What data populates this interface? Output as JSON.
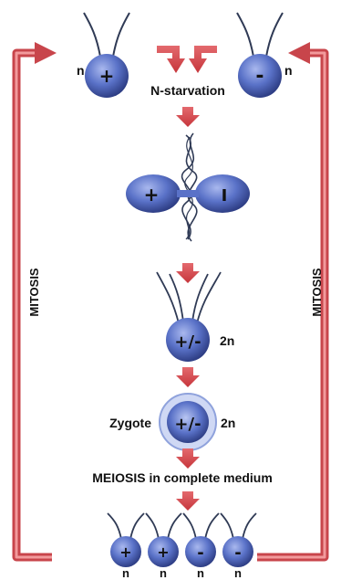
{
  "labels": {
    "n_starvation": "N-starvation",
    "zygote": "Zygote",
    "meiosis": "MEIOSIS in complete medium",
    "mitosis_left": "MITOSIS",
    "mitosis_right": "MITOSIS",
    "haploid": "n",
    "diploid": "2n"
  },
  "cells": {
    "plus": "+",
    "minus": "-",
    "mating_plus": "+",
    "mating_minus": "I",
    "dikaryon": "+/-",
    "zygote": "+/-"
  },
  "progeny": [
    "+",
    "+",
    "-",
    "-"
  ],
  "colors": {
    "cell_fill": "#5a72c8",
    "cell_dark": "#2f3f86",
    "arrow": "#d8454b",
    "frame": "#e07074",
    "frame_dark": "#c8454b",
    "flagella": "#2f3a55"
  }
}
